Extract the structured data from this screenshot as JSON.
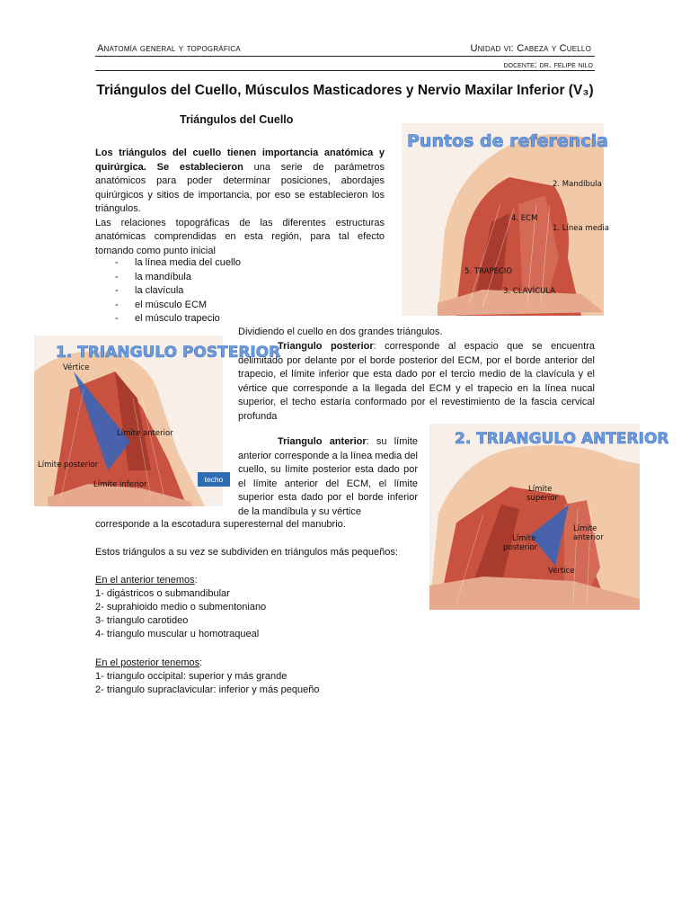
{
  "header": {
    "left": "Anatomía general y topográfica",
    "right": "Unidad vi: Cabeza y Cuello",
    "docente": "docente: dr. felipe nilo"
  },
  "doc_title": "Triángulos del Cuello, Músculos Masticadores y Nervio Maxilar Inferior (V₃)",
  "section_title": "Triángulos del Cuello",
  "intro": {
    "bold": "Los triángulos del cuello tienen importancia anatómica y quirúrgica. Se establecieron",
    "rest": " una serie de parámetros anatómicos para poder determinar posiciones, abordajes quirúrgicos y sitios de importancia, por eso se establecieron los triángulos.",
    "p2": "Las relaciones topográficas de las diferentes estructuras anatómicas comprendidas en esta región, para tal efecto tomando como punto inicial"
  },
  "bullets": [
    "la línea media del cuello",
    "la mandíbula",
    "la clavícula",
    "el músculo ECM",
    "el músculo trapecio"
  ],
  "dividiendo": "Dividiendo el cuello en dos grandes triángulos.",
  "posterior": {
    "label": "Triangulo posterior",
    "text": ": corresponde al espacio que se encuentra delimitado por delante por el borde posterior del ECM, por el borde anterior del trapecio, el límite inferior que esta dado por el tercio medio de la clavícula y el vértice que corresponde a la llegada del ECM y el trapecio en la línea nucal superior, el techo estaría conformado por el revestimiento de la fascia cervical profunda"
  },
  "anterior": {
    "label": "Triangulo anterior",
    "text": ": su límite anterior corresponde a la línea media del cuello, su límite posterior esta dado por el límite anterior del ECM, el límite superior esta dado por el borde inferior de la mandíbula y su vértice",
    "tail": "corresponde a la escotadura superesternal del manubrio."
  },
  "subdivide": "Estos triángulos a su vez se subdividen en triángulos más pequeños:",
  "anterior_list": {
    "heading": "En el anterior tenemos",
    "items": [
      "1- digástricos o submandibular",
      "2- suprahioido medio o submentoniano",
      "3- triangulo carotideo",
      "4- triangulo muscular u homotraqueal"
    ]
  },
  "posterior_list": {
    "heading": "En el posterior tenemos",
    "items": [
      "1- triangulo occipital: superior y más grande",
      "2- triangulo supraclavicular: inferior y más pequeño"
    ]
  },
  "figure1": {
    "title": "Puntos de referencia",
    "labels": [
      "2. Mandíbula",
      "4. ECM",
      "1. Línea media",
      "5. TRAPECIO",
      "3. CLAVÍCULA"
    ]
  },
  "figure2": {
    "title": "1. TRIANGULO POSTERIOR",
    "labels": [
      "Vértice",
      "Límite anterior",
      "Límite posterior",
      "Límite inferior"
    ],
    "techo": "techo"
  },
  "figure3": {
    "title": "2. TRIANGULO ANTERIOR",
    "labels": [
      "Límite",
      "superior",
      "Límite",
      "posterior",
      "Límite",
      "anterior",
      "Vértice"
    ]
  },
  "colors": {
    "triangle": "#3a64b8",
    "muscle": "#c8513f",
    "skin": "#f1c9a8",
    "title_blue": "#5b8fd6"
  }
}
